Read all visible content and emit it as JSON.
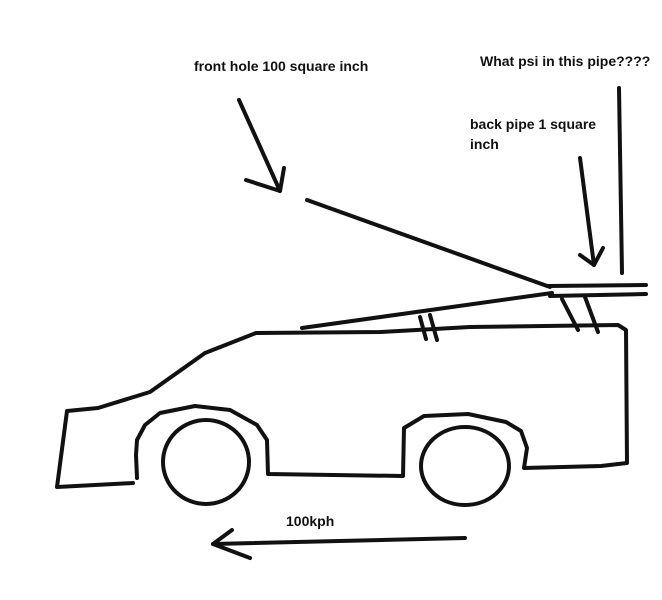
{
  "labels": {
    "front_hole": "front hole 100 square inch",
    "psi_question": "What psi in this pipe????",
    "back_pipe": "back pipe 1 square inch",
    "speed": "100kph"
  },
  "colors": {
    "ink": "#111111",
    "background": "#ffffff"
  }
}
